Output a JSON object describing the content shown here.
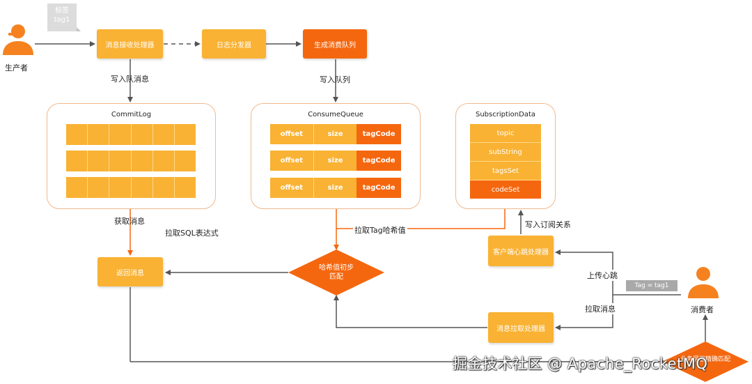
{
  "nodes": {
    "producer": "生产者",
    "tag_note": [
      "标签",
      "tag1"
    ],
    "msg_receiver": "消息接收处理器",
    "log_dispatcher": "日志分发器",
    "gen_queue": "生成消费队列",
    "return_msg": "返回消息",
    "hash_match": [
      "哈希值初步",
      "匹配"
    ],
    "heartbeat_handler": "客户端心跳处理器",
    "pull_handler": "消息拉取处理器",
    "consumer": "消费者",
    "consumer_tag": "Tag = tag1",
    "final_filter": "业务层面精确匹配"
  },
  "edge_labels": {
    "write_msg": "写入队消息",
    "write_queue": "写入队列",
    "get_msg": "获取消息",
    "pull_sql": "拉取SQL表达式",
    "pull_tag_hash": "拉取Tag哈希值",
    "write_sub": "写入订阅关系",
    "upload_heartbeat": "上传心跳",
    "pull_msg": "拉取消息"
  },
  "commitlog": {
    "title": "CommitLog"
  },
  "consumequeue": {
    "title": "ConsumeQueue",
    "rows": [
      [
        "offset",
        "size",
        "tagCode"
      ],
      [
        "offset",
        "size",
        "tagCode"
      ],
      [
        "offset",
        "size",
        "tagCode"
      ]
    ]
  },
  "subscription": {
    "title": "SubscriptionData",
    "fields": [
      "topic",
      "subString",
      "tagsSet",
      "codeSet"
    ]
  },
  "watermark": "掘金技术社区 @ Apache_RocketMQ",
  "colors": {
    "yellow": "#f9b233",
    "orange": "#f5670f",
    "line": "#555555",
    "orange_line": "#f5670f"
  }
}
